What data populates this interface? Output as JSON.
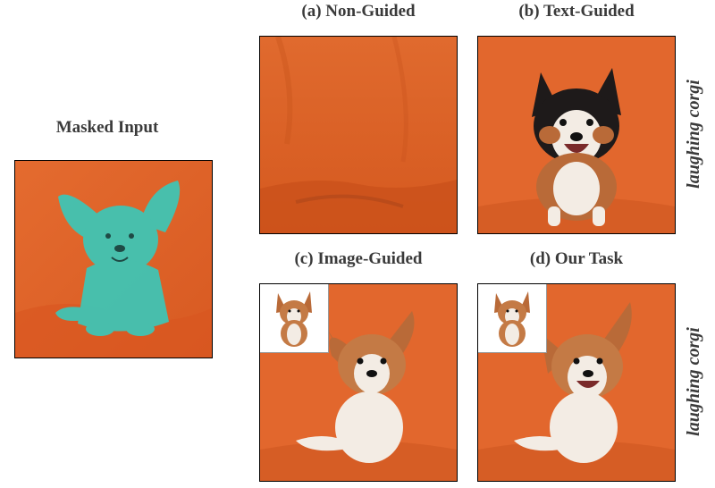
{
  "figure": {
    "masked_input_label": "Masked Input",
    "panels": [
      {
        "id": "a",
        "label": "(a) Non-Guided"
      },
      {
        "id": "b",
        "label": "(b) Text-Guided"
      },
      {
        "id": "c",
        "label": "(c) Image-Guided"
      },
      {
        "id": "d",
        "label": "(d) Our Task"
      }
    ],
    "side_labels": [
      "laughing corgi",
      "laughing corgi"
    ]
  },
  "colors": {
    "background_orange": "#e2672d",
    "mask_teal": "#3cc7b8",
    "corgi_brown": "#b96a38",
    "corgi_white": "#f3ece4",
    "corgi_black": "#1e1a1a"
  }
}
